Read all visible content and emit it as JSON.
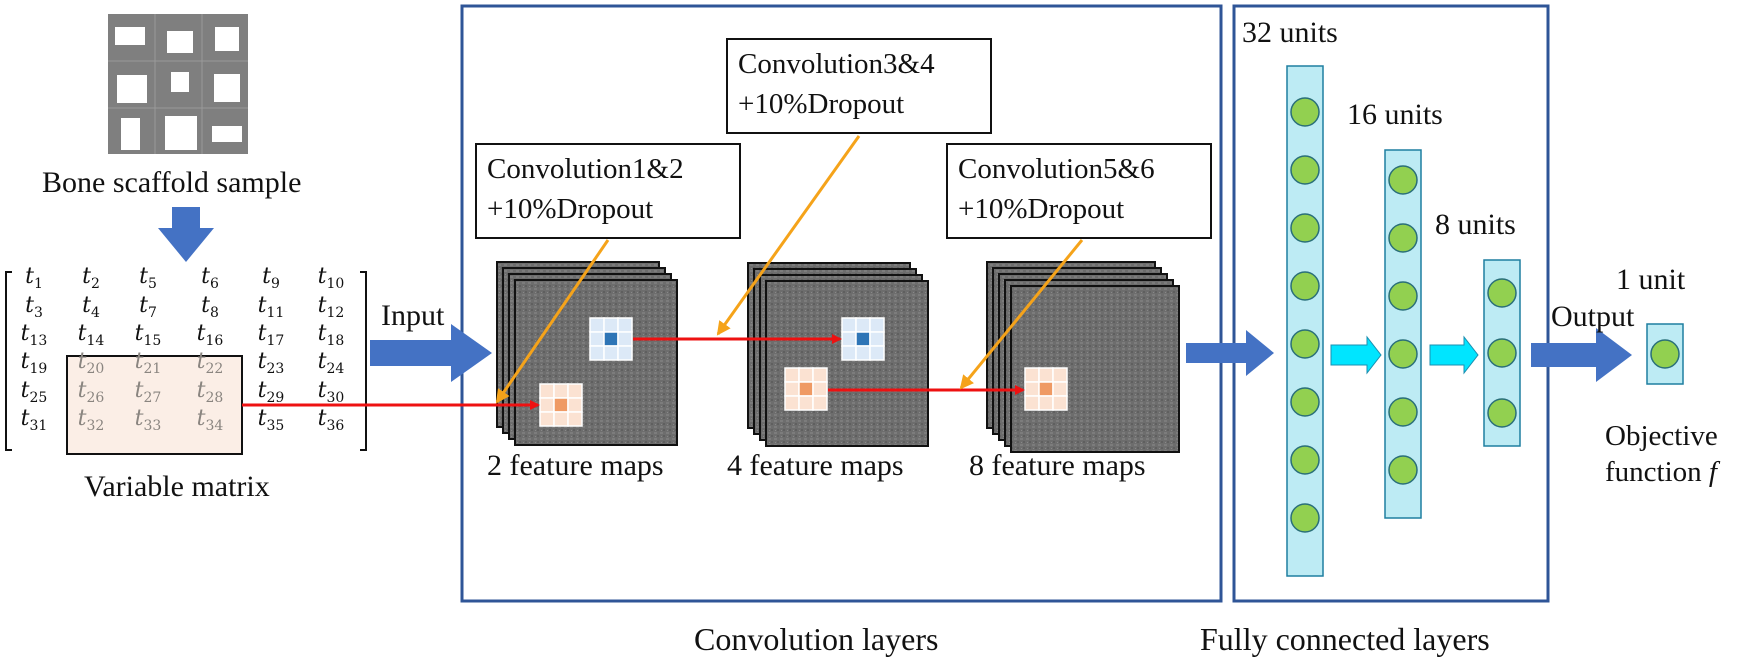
{
  "sample": {
    "label": "Bone scaffold sample"
  },
  "matrix": {
    "label": "Variable matrix",
    "symbol": "t",
    "rows": [
      [
        "1",
        "2",
        "5",
        "6",
        "9",
        "10"
      ],
      [
        "3",
        "4",
        "7",
        "8",
        "11",
        "12"
      ],
      [
        "13",
        "14",
        "15",
        "16",
        "17",
        "18"
      ],
      [
        "19",
        "20",
        "21",
        "22",
        "23",
        "24"
      ],
      [
        "25",
        "26",
        "27",
        "28",
        "29",
        "30"
      ],
      [
        "31",
        "32",
        "33",
        "34",
        "35",
        "36"
      ]
    ]
  },
  "arrows": {
    "input": "Input",
    "output": "Output"
  },
  "conv": {
    "section_label": "Convolution layers",
    "blocks": [
      {
        "line1": "Convolution1&2",
        "line2": "+10%Dropout"
      },
      {
        "line1": "Convolution3&4",
        "line2": "+10%Dropout"
      },
      {
        "line1": "Convolution5&6",
        "line2": "+10%Dropout"
      }
    ],
    "maps": [
      {
        "label": "2 feature maps"
      },
      {
        "label": "4 feature maps"
      },
      {
        "label": "8 feature maps"
      }
    ]
  },
  "fc": {
    "section_label": "Fully connected layers",
    "layers": [
      {
        "label": "32 units",
        "nodes_drawn": 8
      },
      {
        "label": "16 units",
        "nodes_drawn": 6
      },
      {
        "label": "8 units",
        "nodes_drawn": 3
      },
      {
        "label": "1 unit",
        "nodes_drawn": 1
      }
    ]
  },
  "objective": {
    "line1": "Objective",
    "line2": "function",
    "symbol": "f"
  },
  "colors": {
    "frame": "#2f5597",
    "block_arrow": "#4472c4",
    "node_fill": "#92d050",
    "layer_fill": "#bdebf4",
    "small_arrow": "#00e5ff",
    "callout": "#f5a31a",
    "link_red": "#ee1111",
    "filter_blue": "#2e75b6",
    "filter_orange": "#f4b183",
    "matrix_highlight": "#fbeee6"
  }
}
